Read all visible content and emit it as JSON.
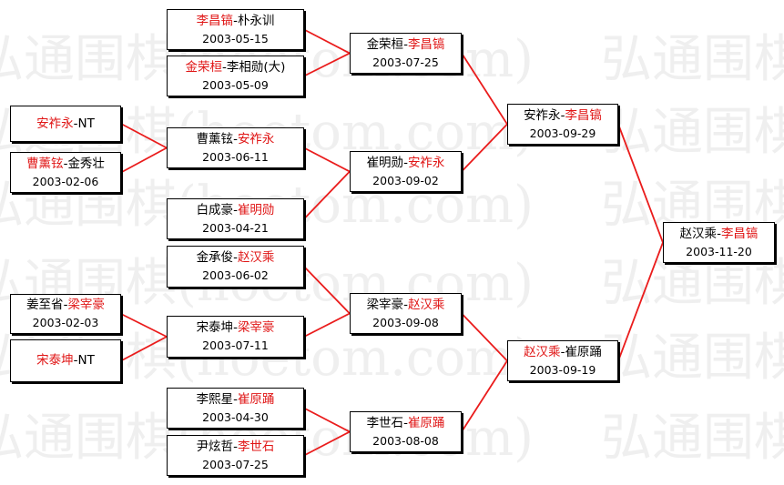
{
  "watermark": {
    "text": "弘通围棋(hoetom.com)"
  },
  "matches": [
    {
      "id": "r1a",
      "p1": "安祚永",
      "p2": "NT",
      "winner": 1,
      "date": ""
    },
    {
      "id": "r1b",
      "p1": "曹薰铉",
      "p2": "金秀壮",
      "winner": 1,
      "date": "2003-02-06"
    },
    {
      "id": "r1c",
      "p1": "姜至省",
      "p2": "梁宰豪",
      "winner": 2,
      "date": "2003-02-03"
    },
    {
      "id": "r1d",
      "p1": "宋泰坤",
      "p2": "NT",
      "winner": 1,
      "date": ""
    },
    {
      "id": "r2a",
      "p1": "李昌镐",
      "p2": "朴永训",
      "winner": 1,
      "date": "2003-05-15"
    },
    {
      "id": "r2b",
      "p1": "金荣桓",
      "p2": "李相勋(大)",
      "winner": 1,
      "date": "2003-05-09"
    },
    {
      "id": "r2c",
      "p1": "曹薰铉",
      "p2": "安祚永",
      "winner": 2,
      "date": "2003-06-11"
    },
    {
      "id": "r2d",
      "p1": "白成豪",
      "p2": "崔明勋",
      "winner": 2,
      "date": "2003-04-21"
    },
    {
      "id": "r2e",
      "p1": "金承俊",
      "p2": "赵汉乘",
      "winner": 2,
      "date": "2003-06-02"
    },
    {
      "id": "r2f",
      "p1": "宋泰坤",
      "p2": "梁宰豪",
      "winner": 2,
      "date": "2003-07-11"
    },
    {
      "id": "r2g",
      "p1": "李熙星",
      "p2": "崔原踊",
      "winner": 2,
      "date": "2003-04-30"
    },
    {
      "id": "r2h",
      "p1": "尹炫哲",
      "p2": "李世石",
      "winner": 2,
      "date": "2003-07-25"
    },
    {
      "id": "r3a",
      "p1": "金荣桓",
      "p2": "李昌镐",
      "winner": 2,
      "date": "2003-07-25"
    },
    {
      "id": "r3b",
      "p1": "崔明勋",
      "p2": "安祚永",
      "winner": 2,
      "date": "2003-09-02"
    },
    {
      "id": "r3c",
      "p1": "梁宰豪",
      "p2": "赵汉乘",
      "winner": 2,
      "date": "2003-09-08"
    },
    {
      "id": "r3d",
      "p1": "李世石",
      "p2": "崔原踊",
      "winner": 2,
      "date": "2003-08-08"
    },
    {
      "id": "r4a",
      "p1": "安祚永",
      "p2": "李昌镐",
      "winner": 2,
      "date": "2003-09-29"
    },
    {
      "id": "r4b",
      "p1": "赵汉乘",
      "p2": "崔原踊",
      "winner": 1,
      "date": "2003-09-19"
    },
    {
      "id": "final",
      "p1": "赵汉乘",
      "p2": "李昌镐",
      "winner": 2,
      "date": "2003-11-20"
    }
  ],
  "connections": [
    [
      "r1a",
      "r2c"
    ],
    [
      "r1b",
      "r2c"
    ],
    [
      "r1c",
      "r2f"
    ],
    [
      "r1d",
      "r2f"
    ],
    [
      "r2a",
      "r3a"
    ],
    [
      "r2b",
      "r3a"
    ],
    [
      "r2c",
      "r3b"
    ],
    [
      "r2d",
      "r3b"
    ],
    [
      "r2e",
      "r3c"
    ],
    [
      "r2f",
      "r3c"
    ],
    [
      "r2g",
      "r3d"
    ],
    [
      "r2h",
      "r3d"
    ],
    [
      "r3a",
      "r4a"
    ],
    [
      "r3b",
      "r4a"
    ],
    [
      "r3c",
      "r4b"
    ],
    [
      "r3d",
      "r4b"
    ],
    [
      "r4a",
      "final"
    ],
    [
      "r4b",
      "final"
    ]
  ],
  "colors": {
    "winner": "#e01616",
    "line": "#ea1c1c",
    "border": "#000000"
  }
}
